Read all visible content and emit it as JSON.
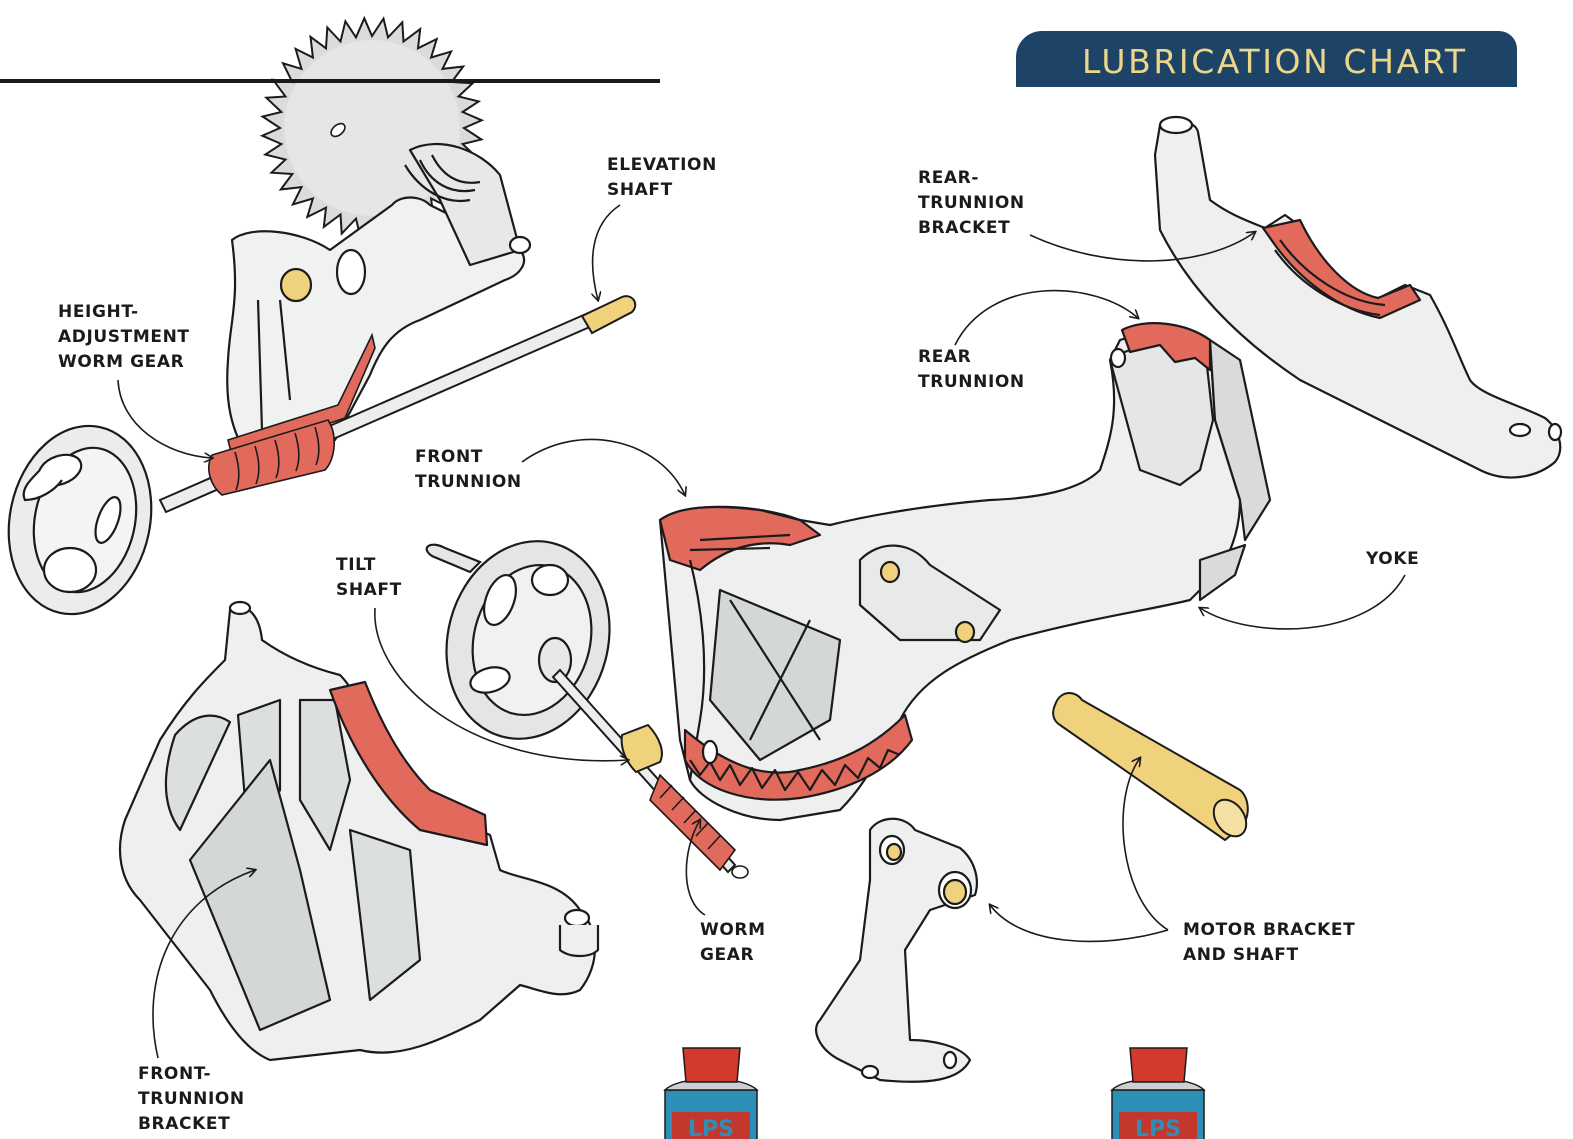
{
  "title": "LUBRICATION CHART",
  "colors": {
    "title_bg": "#1d4466",
    "title_text": "#ecd68a",
    "lubricate_zone": "#e26a5c",
    "bearing_point": "#f1d27c",
    "casting_fill": "#f0f1f1",
    "ink": "#1b1b1b"
  },
  "labels": {
    "elevation_shaft": [
      "ELEVATION",
      "SHAFT"
    ],
    "height_adjustment_worm_gear": [
      "HEIGHT-",
      "ADJUSTMENT",
      "WORM GEAR"
    ],
    "rear_trunnion_bracket": [
      "REAR-",
      "TRUNNION",
      "BRACKET"
    ],
    "rear_trunnion": [
      "REAR",
      "TRUNNION"
    ],
    "front_trunnion": [
      "FRONT",
      "TRUNNION"
    ],
    "tilt_shaft": [
      "TILT",
      "SHAFT"
    ],
    "yoke": [
      "YOKE"
    ],
    "worm_gear": [
      "WORM",
      "GEAR"
    ],
    "motor_bracket_and_shaft": [
      "MOTOR BRACKET",
      "AND SHAFT"
    ],
    "front_trunnion_bracket": [
      "FRONT-",
      "TRUNNION",
      "BRACKET"
    ]
  },
  "spray_can_brand": "LPS"
}
